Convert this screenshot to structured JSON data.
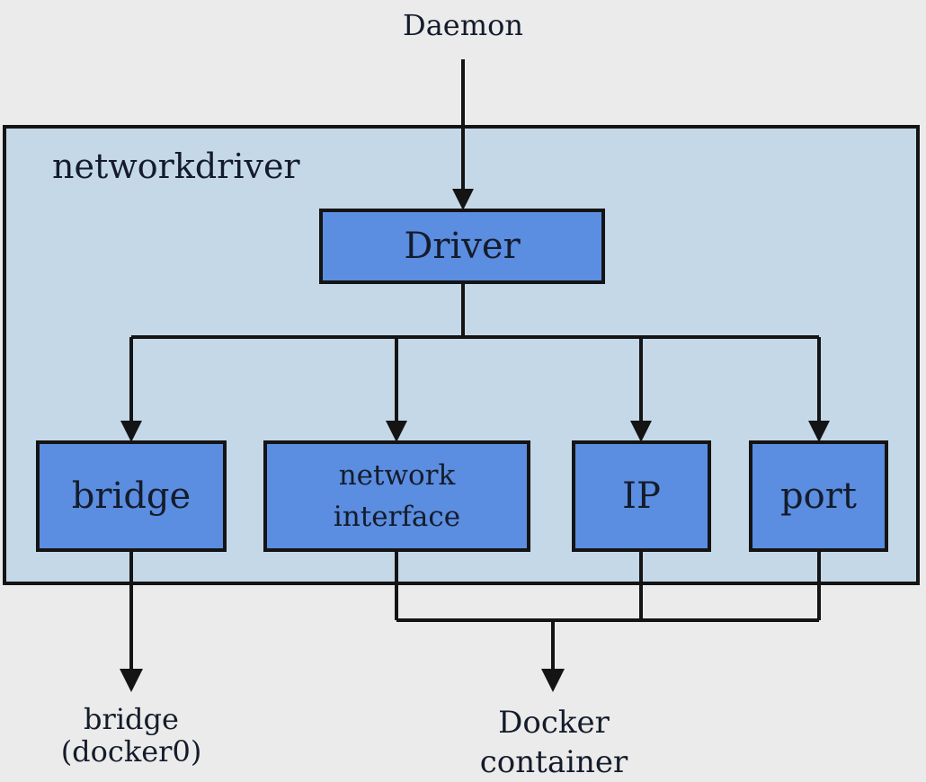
{
  "colors": {
    "background": "#ebebeb",
    "container_fill": "#c5d8e8",
    "node_fill": "#5b8de0",
    "line": "#141414"
  },
  "daemon_label": "Daemon",
  "container": {
    "label": "networkdriver"
  },
  "nodes": {
    "driver": "Driver",
    "bridge": "bridge",
    "network_interface": {
      "line1": "network",
      "line2": "interface"
    },
    "ip": "IP",
    "port": "port"
  },
  "outputs": {
    "bridge_docker0": {
      "line1": "bridge",
      "line2": "(docker0)"
    },
    "docker_container": {
      "line1": "Docker",
      "line2": "container"
    }
  }
}
